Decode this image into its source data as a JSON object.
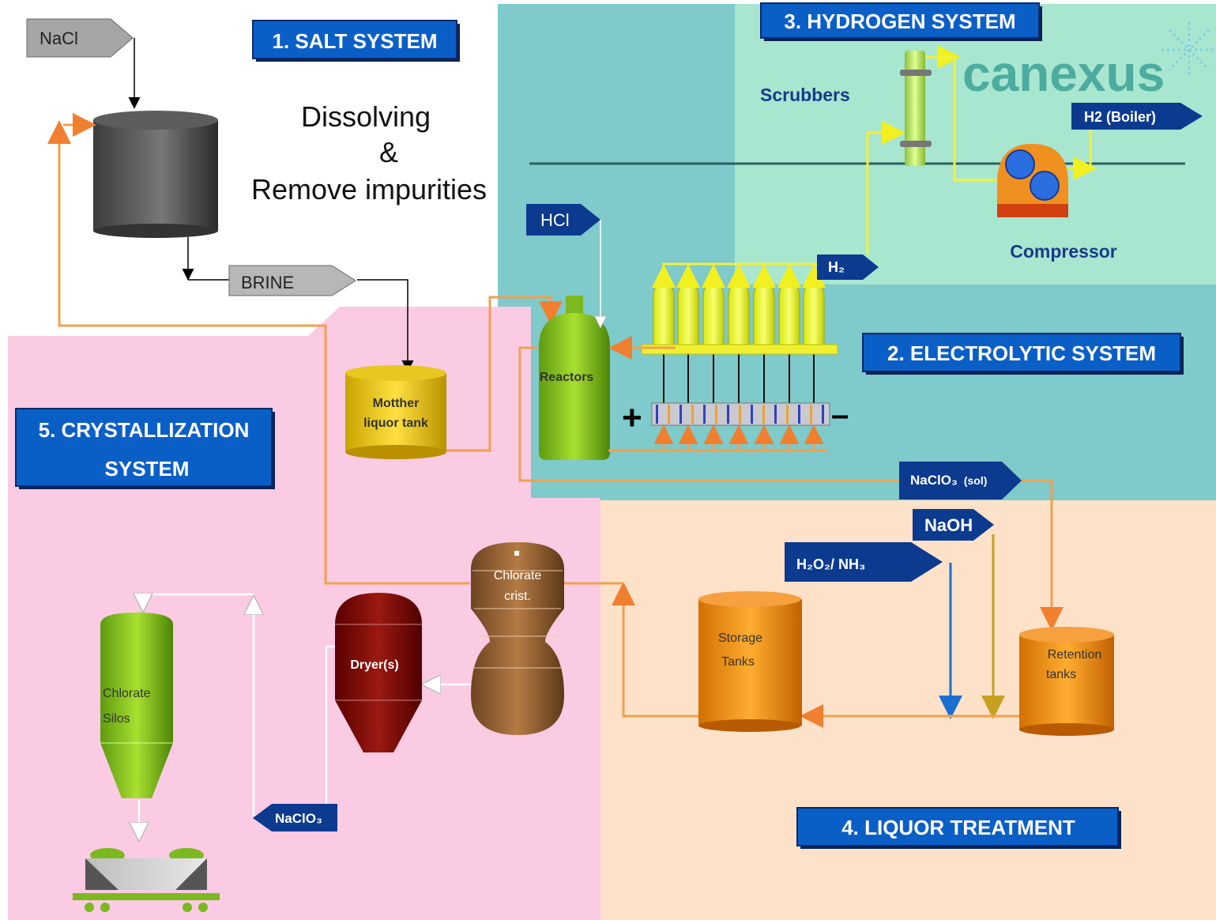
{
  "brand": {
    "logo_text": "canexus"
  },
  "systems": {
    "salt": "1. SALT SYSTEM",
    "electrolytic": "2. ELECTROLYTIC SYSTEM",
    "hydrogen": "3. HYDROGEN SYSTEM",
    "liquor": "4. LIQUOR TREATMENT",
    "crystallization_line1": "5. CRYSTALLIZATION",
    "crystallization_line2": "SYSTEM"
  },
  "salt_system": {
    "description_line1": "Dissolving",
    "description_line2": "&",
    "description_line3": "Remove impurities"
  },
  "streams": {
    "nacl": "NaCl",
    "brine": "BRINE",
    "hcl": "HCl",
    "h2": "H₂",
    "h2_boiler": "H2 (Boiler)",
    "naclo3_sol": "NaClO₃",
    "naclo3_sol_suffix": "(sol)",
    "naoh": "NaOH",
    "h2o2_nh3": "H₂O₂/ NH₃",
    "naclo3_product": "NaClO₃"
  },
  "equipment": {
    "scrubbers": "Scrubbers",
    "compressor": "Compressor",
    "reactors": "Reactors",
    "mother_liquor_line1": "Motther",
    "mother_liquor_line2": "liquor tank",
    "chlorate_crist_line1": "Chlorate",
    "chlorate_crist_line2": "crist.",
    "dryers": "Dryer(s)",
    "silos_line1": "Chlorate",
    "silos_line2": "Silos",
    "storage_line1": "Storage",
    "storage_line2": "Tanks",
    "retention_line1": "Retention",
    "retention_line2": "tanks",
    "plus_sign": "+",
    "minus_sign": "–"
  },
  "colors": {
    "salt_zone": "#ffffff",
    "electrolytic_zone": "#7fcaca",
    "hydrogen_zone": "#a8e6cf",
    "crystallization_zone": "#fbcbe4",
    "liquor_zone": "#fde2c9",
    "system_label": "#0a5fc7",
    "stream_tag": "#0b3a8f",
    "pipe_orange": "#f0a050",
    "pipe_yellow": "#f2f040"
  }
}
